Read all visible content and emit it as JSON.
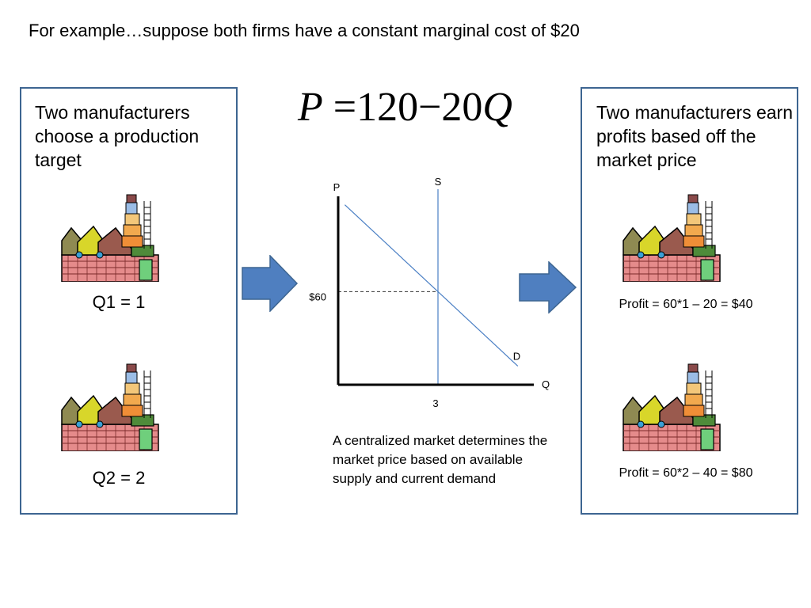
{
  "slide_title": "For example…suppose both firms have a constant marginal cost of $20",
  "left_panel": {
    "heading": "Two manufacturers choose a production target",
    "firms": [
      {
        "label": "Q1 = 1"
      },
      {
        "label": "Q2 = 2"
      }
    ]
  },
  "equation": {
    "p": "P",
    "eq": "=",
    "a": "120",
    "minus": "−",
    "b": "20",
    "q": "Q"
  },
  "market": {
    "caption": "A centralized market determines the market price based on available supply and current demand"
  },
  "right_panel": {
    "heading": "Two manufacturers earn profits based off the market price",
    "profits": [
      {
        "label": "Profit = 60*1 – 20 = $40"
      },
      {
        "label": "Profit = 60*2 – 40 = $80"
      }
    ]
  },
  "colors": {
    "panel_border": "#3d6591",
    "arrow_fill": "#4f7fc0",
    "curve": "#4a7fc4"
  },
  "chart_data": {
    "type": "line",
    "xlabel": "Q",
    "ylabel": "P",
    "xticks": [
      {
        "value": 3,
        "label": "3"
      }
    ],
    "yticks": [
      {
        "value": 60,
        "label": "$60"
      }
    ],
    "series": [
      {
        "name": "D",
        "points": [
          [
            0.2,
            116
          ],
          [
            5.4,
            12
          ]
        ]
      },
      {
        "name": "S",
        "points": [
          [
            3,
            0
          ],
          [
            3,
            126
          ]
        ]
      }
    ],
    "xlim": [
      0,
      6
    ],
    "ylim": [
      0,
      120
    ],
    "grid": false,
    "annotations": [
      "dashed guide at P = 60 from the price axis to the S/D intersection"
    ]
  }
}
